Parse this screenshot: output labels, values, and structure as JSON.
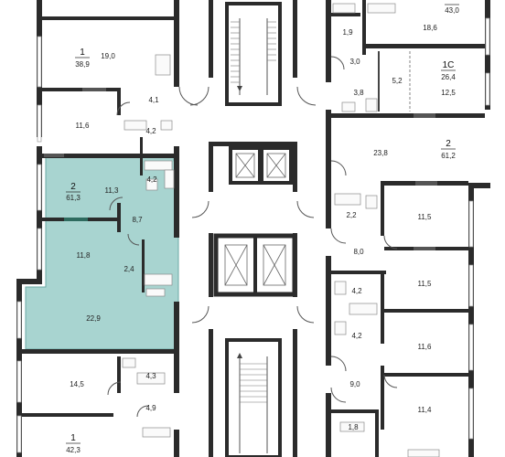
{
  "colors": {
    "wall": "#2b2b2b",
    "highlight_fill": "#a8d4d0",
    "highlight_stroke": "#6aa9a4",
    "accent_bar": "#2e6b5f",
    "background": "#ffffff"
  },
  "icons": {
    "stair": "stairs-icon",
    "elevator": "elevator-icon",
    "door": "door-swing-icon"
  },
  "units": {
    "left_top": {
      "rooms": "1",
      "total": "38,9",
      "living": "19,0",
      "kitchen": "11,6",
      "hall": "4,1",
      "bath": "4,2"
    },
    "left_highlight": {
      "rooms": "2",
      "total": "61,3",
      "bedroom1": "11,3",
      "bath1": "4,2",
      "hall": "8,7",
      "bedroom2": "11,8",
      "bath2": "2,4",
      "living": "22,9"
    },
    "left_bottom": {
      "rooms": "1",
      "total": "42,3",
      "living": "14,5",
      "bath": "4,3",
      "hall": "4,9"
    },
    "right_top": {
      "total_partial": "43,0",
      "kitchen": "18,6",
      "bath_a": "1,9",
      "hall_a": "3,0"
    },
    "right_studio": {
      "rooms": "1С",
      "total": "26,4",
      "bath": "3,8",
      "hall": "5,2",
      "room": "12,5"
    },
    "right_middle": {
      "rooms": "2",
      "total": "61,2",
      "living": "23,8",
      "bath": "2,2",
      "bedroom": "11,5",
      "hall": "8,0",
      "room": "11,5"
    },
    "right_lower": {
      "bath1": "4,2",
      "bath2": "4,2",
      "room1": "11,6",
      "hall": "9,0",
      "room2": "11,4",
      "bath3": "1,8"
    }
  }
}
